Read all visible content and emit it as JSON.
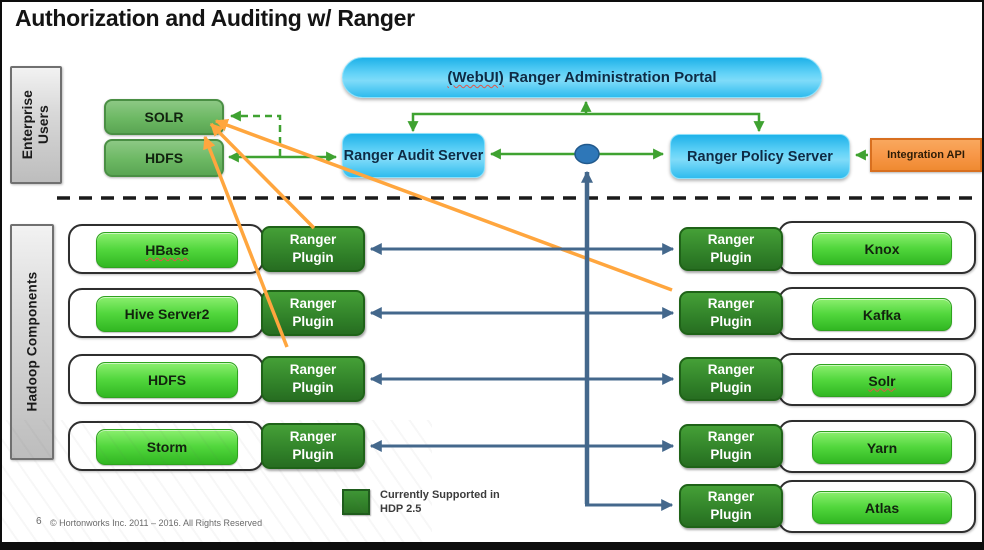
{
  "slide": {
    "title": "Authorization and Auditing w/ Ranger",
    "page_number": "6",
    "footer_copyright": "© Hortonworks Inc. 2011 – 2016. All Rights Reserved"
  },
  "sidebar": {
    "enterprise_users_label": "Enterprise Users",
    "hadoop_components_label": "Hadoop Components"
  },
  "portal": {
    "webui_prefix": "(WebUI)",
    "label": "Ranger Administration Portal"
  },
  "servers": {
    "audit_server_label": "Ranger Audit Server",
    "policy_server_label": "Ranger Policy Server",
    "integration_api_label": "Integration API"
  },
  "audit_stores": {
    "solr_label": "SOLR",
    "hdfs_label": "HDFS"
  },
  "plugin_label": "Ranger Plugin",
  "left_rows": [
    {
      "service": "HBase"
    },
    {
      "service": "Hive Server2"
    },
    {
      "service": "HDFS"
    },
    {
      "service": "Storm"
    }
  ],
  "right_rows": [
    {
      "service": "Knox"
    },
    {
      "service": "Kafka"
    },
    {
      "service": "Solr"
    },
    {
      "service": "Yarn"
    },
    {
      "service": "Atlas"
    }
  ],
  "legend": {
    "line1": "Currently Supported in",
    "line2": "HDP 2.5"
  },
  "colors": {
    "portal_cyan": "#2FBCEE",
    "server_cyan": "#4FC3F0",
    "store_green": "#6CB863",
    "service_bright_green": "#4ED23A",
    "plugin_dark_green": "#2E7D27",
    "integration_orange": "#F79646",
    "green_arrow": "#3FA231",
    "steel_arrow": "#44688C",
    "orange_arrow": "#FFA63E",
    "node_blue": "#2E77B8",
    "separator_black": "#1A1A1A"
  }
}
